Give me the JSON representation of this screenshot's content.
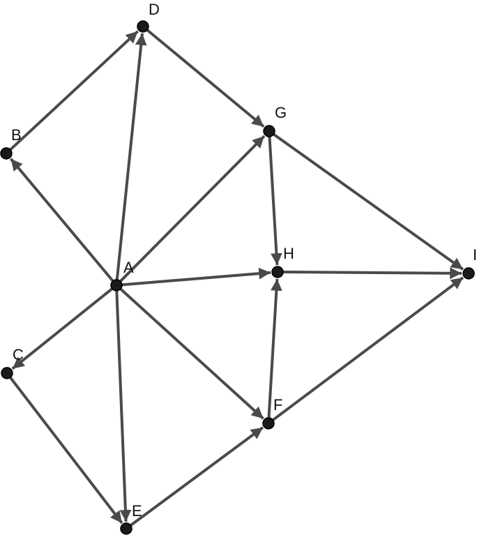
{
  "colors": {
    "edge": "#4a4a4a",
    "node": "#1a1a1a",
    "node_outline": "#000000",
    "background": "#ffffff"
  },
  "graph": {
    "directed": true,
    "nodes": [
      {
        "id": "A",
        "label": "A"
      },
      {
        "id": "B",
        "label": "B"
      },
      {
        "id": "C",
        "label": "C"
      },
      {
        "id": "D",
        "label": "D"
      },
      {
        "id": "E",
        "label": "E"
      },
      {
        "id": "F",
        "label": "F"
      },
      {
        "id": "G",
        "label": "G"
      },
      {
        "id": "H",
        "label": "H"
      },
      {
        "id": "I",
        "label": "I"
      }
    ],
    "edges": [
      {
        "from": "A",
        "to": "B"
      },
      {
        "from": "A",
        "to": "D"
      },
      {
        "from": "A",
        "to": "G"
      },
      {
        "from": "A",
        "to": "H"
      },
      {
        "from": "A",
        "to": "C"
      },
      {
        "from": "A",
        "to": "E"
      },
      {
        "from": "A",
        "to": "F"
      },
      {
        "from": "B",
        "to": "D"
      },
      {
        "from": "D",
        "to": "G"
      },
      {
        "from": "G",
        "to": "H"
      },
      {
        "from": "G",
        "to": "I"
      },
      {
        "from": "H",
        "to": "I"
      },
      {
        "from": "F",
        "to": "H"
      },
      {
        "from": "F",
        "to": "I"
      },
      {
        "from": "C",
        "to": "E"
      },
      {
        "from": "E",
        "to": "F"
      }
    ]
  }
}
